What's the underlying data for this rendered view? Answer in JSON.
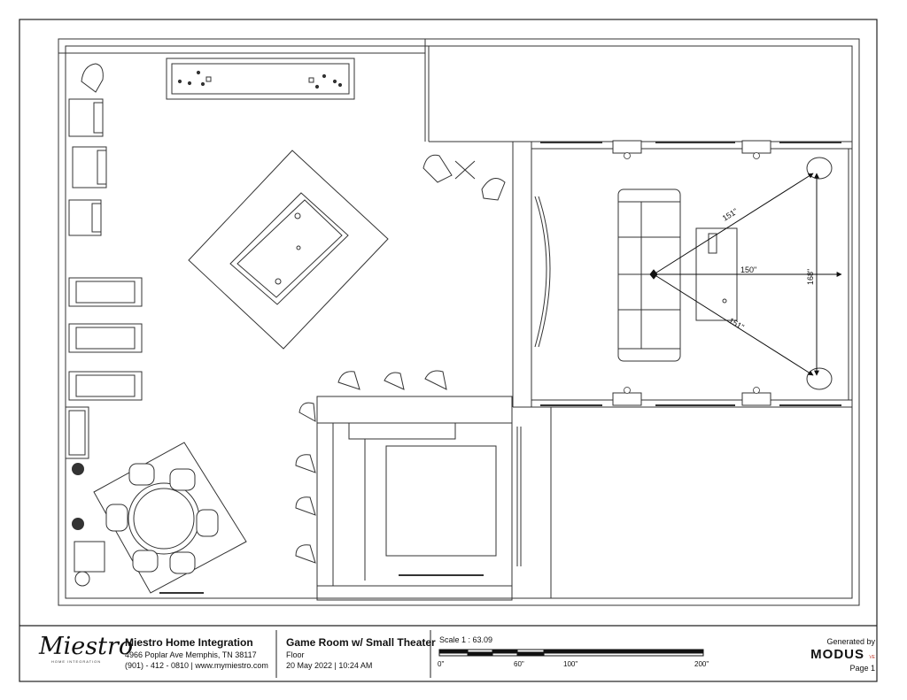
{
  "drawing": {
    "dimensions": {
      "d1": "151\"",
      "d2": "150\"",
      "d3": "168\"",
      "d4": "151\""
    }
  },
  "title_block": {
    "logo_text": "Miestro",
    "logo_subtext": "HOME INTEGRATION",
    "company": {
      "name": "Miestro Home Integration",
      "address": "4966 Poplar Ave Memphis, TN 38117",
      "contact": "(901) - 412 - 0810 | www.mymiestro.com"
    },
    "project": {
      "title": "Game Room w/ Small Theater",
      "level": "Floor",
      "date": "20 May 2022 | 10:24 AM"
    },
    "scale": {
      "label": "Scale 1 : 63.09",
      "ticks": [
        "0\"",
        "60\"",
        "100\"",
        "200\""
      ]
    },
    "generated": {
      "label": "Generated by",
      "brand": "MODUS",
      "brand_suffix": "VE",
      "page": "Page 1"
    }
  }
}
